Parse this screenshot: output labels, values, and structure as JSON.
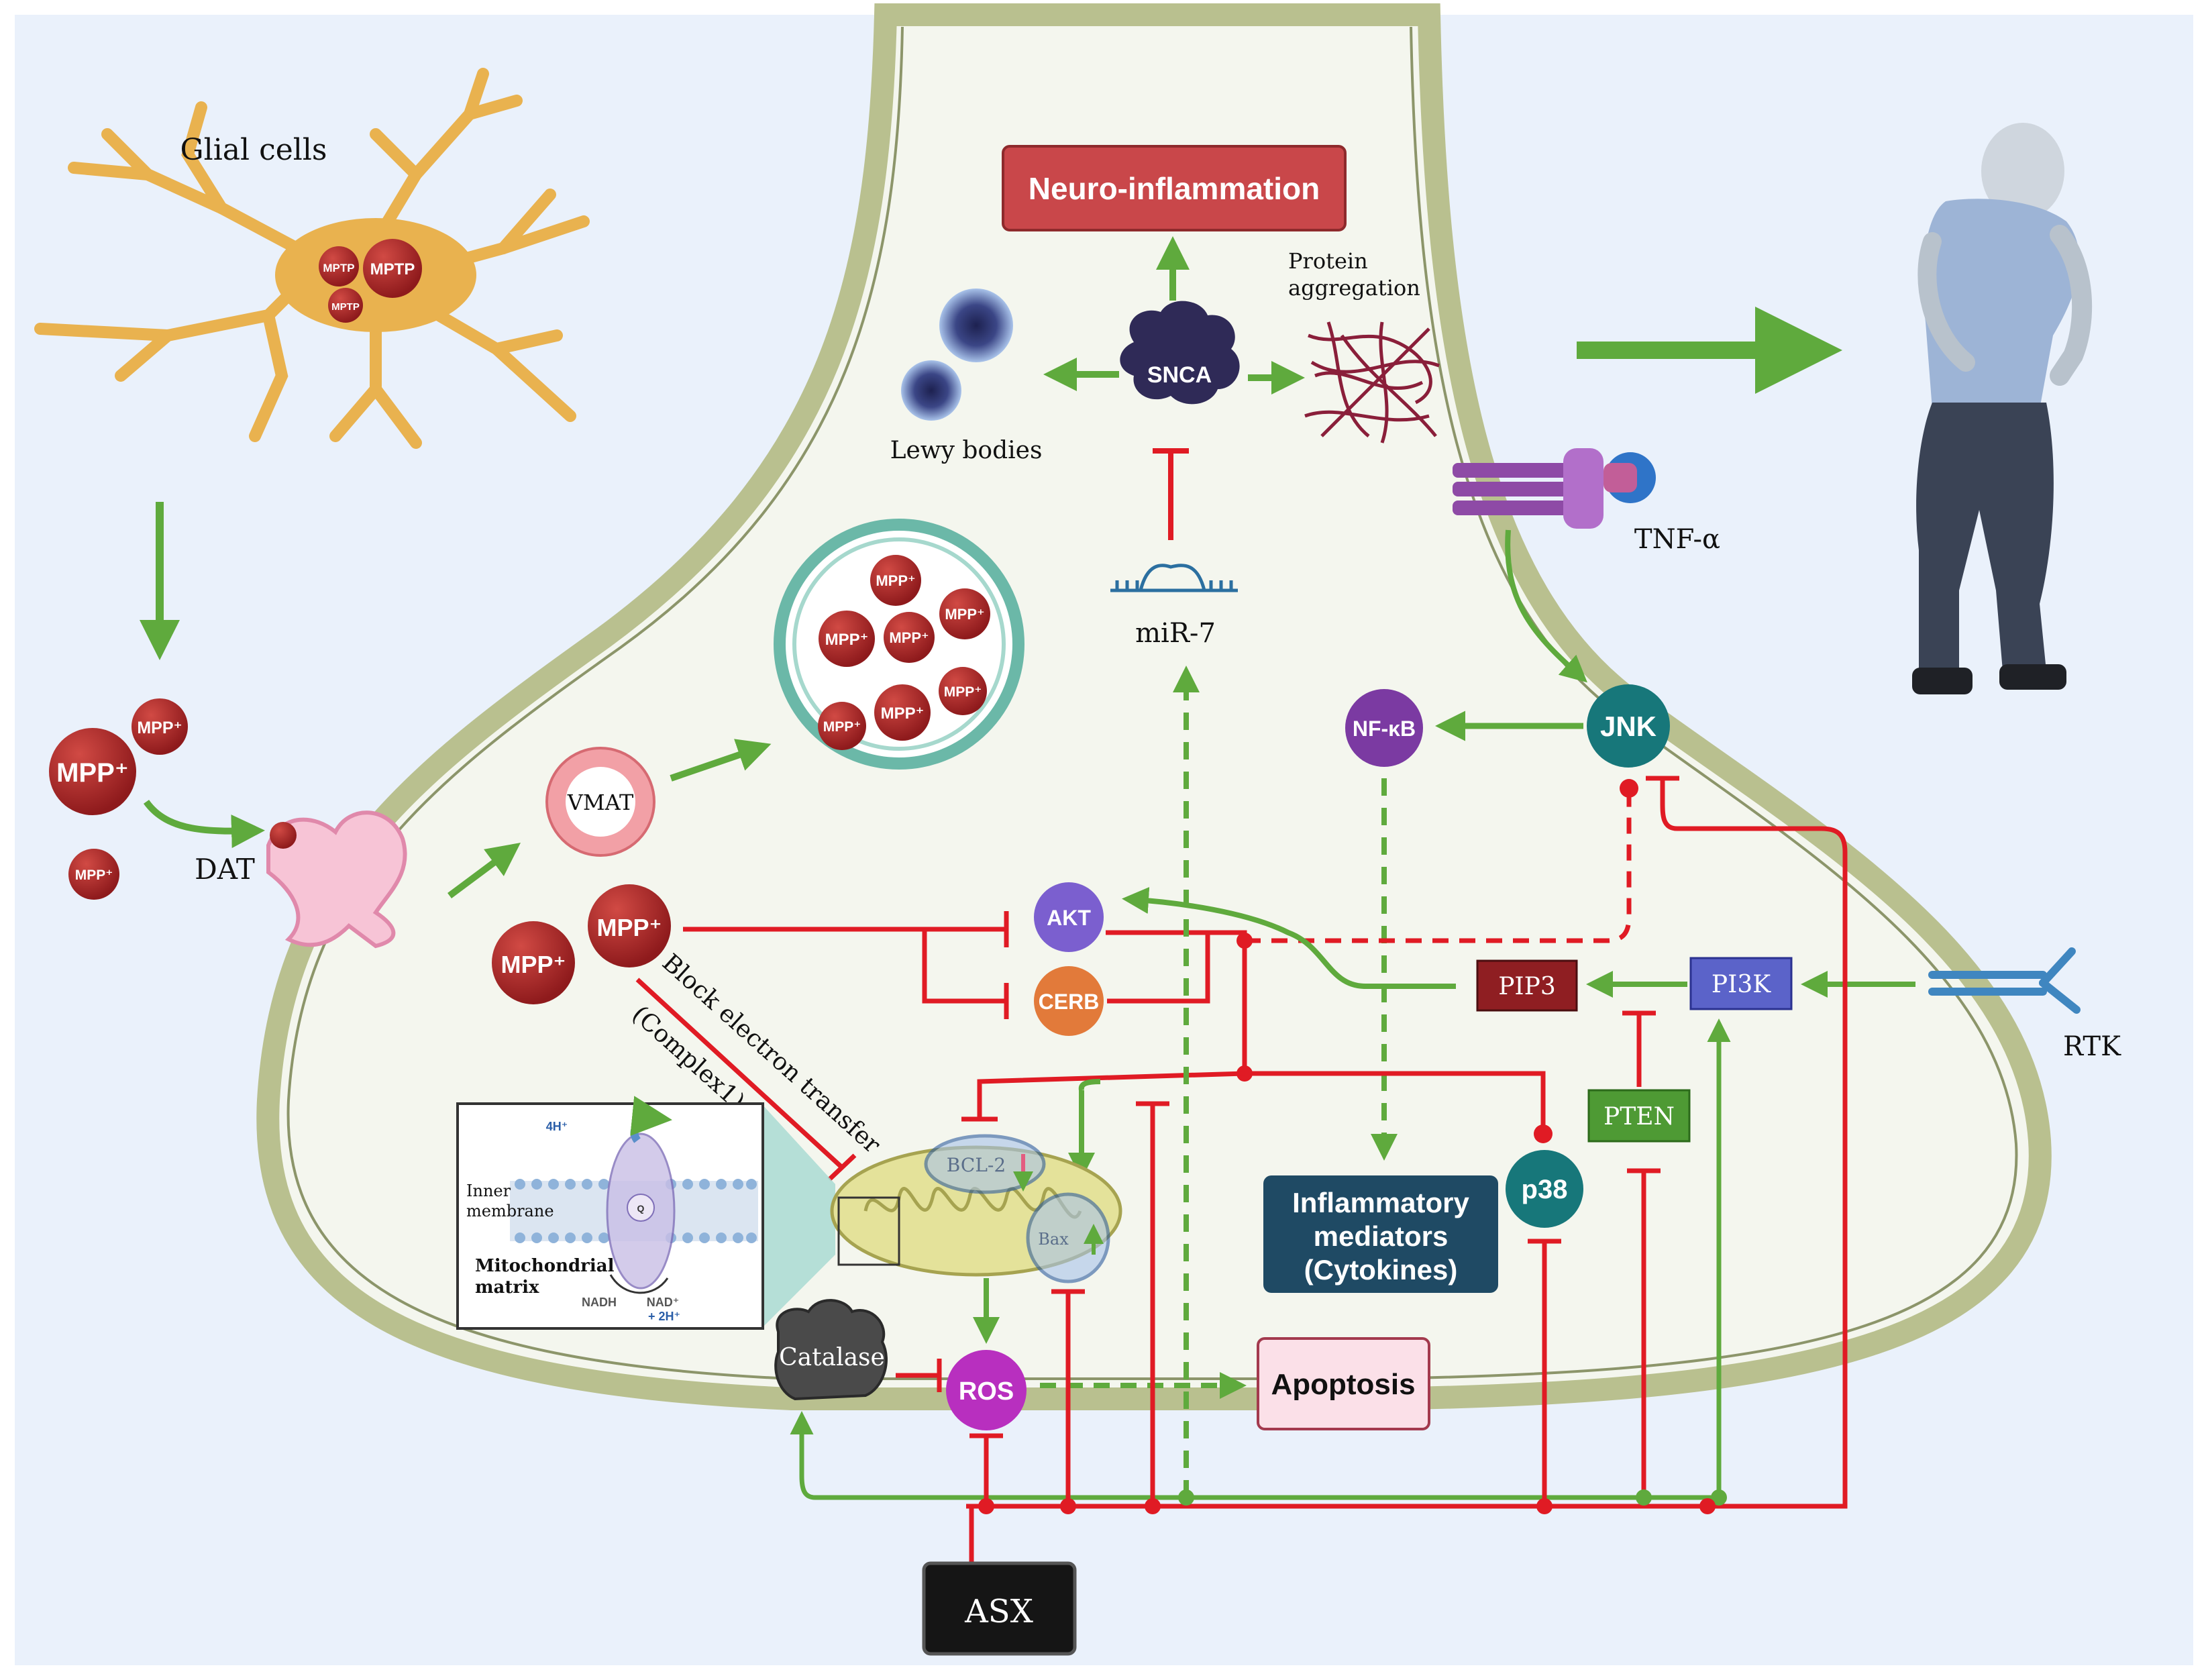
{
  "colors": {
    "background": "#eaf1fb",
    "neuron_fill": "#f4f6ee",
    "neuron_border": "#b9c08f",
    "activate": "#5faa3d",
    "inhibit": "#e01b24",
    "mpp": "#a31f22",
    "glial": "#e9b24f",
    "neuroinflammation_box": "#c9474a",
    "inflammatory_box": "#1f4a64",
    "apoptosis_box": "#fbe0e8",
    "akt": "#7b5fcf",
    "cerb": "#e27a3a",
    "jnk": "#17777a",
    "nfkb": "#7b3aa2",
    "ros": "#b82fbf",
    "pip3": "#8f1e22",
    "pi3k": "#5b63c9",
    "pten": "#4e9a34",
    "asx": "#151515"
  },
  "labels": {
    "glial_cells": "Glial cells",
    "mptp": "MPTP",
    "mpp_plus": "MPP⁺",
    "dat": "DAT",
    "vmat": "VMAT",
    "neuroinflammation": "Neuro-inflammation",
    "protein_aggregation_line1": "Protein",
    "protein_aggregation_line2": "aggregation",
    "lewy_bodies": "Lewy bodies",
    "snca": "SNCA",
    "mir7": "miR-7",
    "tnf_alpha": "TNF-α",
    "jnk": "JNK",
    "nfkb": "NF-κB",
    "akt": "AKT",
    "cerb": "CERB",
    "pip3": "PIP3",
    "pi3k": "PI3K",
    "rtk": "RTK",
    "pten": "PTEN",
    "p38": "p38",
    "block_electron": "Block electron transfer",
    "complex1": "(Complex1)",
    "bcl2": "BCL-2",
    "bax": "Bax",
    "catalase": "Catalase",
    "ros": "ROS",
    "apoptosis": "Apoptosis",
    "inflammatory_line1": "Inflammatory",
    "inflammatory_line2": "mediators",
    "inflammatory_line3": "(Cytokines)",
    "asx": "ASX",
    "inset_4h": "4H⁺",
    "inset_inner_1": "Inner",
    "inset_inner_2": "membrane",
    "inset_mito_1": "Mitochondrial",
    "inset_mito_2": "matrix",
    "inset_nadh": "NADH",
    "inset_nad": "NAD⁺",
    "inset_2h": "+ 2H⁺",
    "inset_q": "Q"
  }
}
